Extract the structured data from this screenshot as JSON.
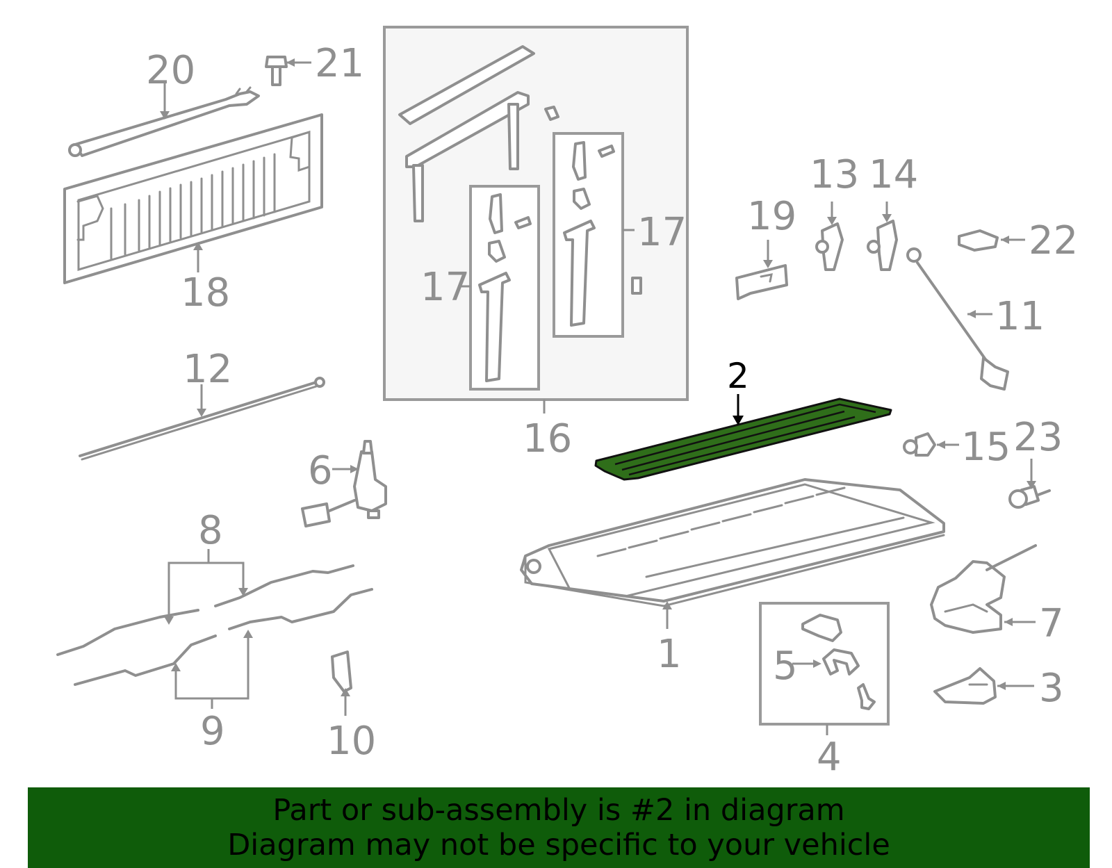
{
  "callouts": {
    "c1": "1",
    "c2": "2",
    "c3": "3",
    "c4": "4",
    "c5": "5",
    "c6": "6",
    "c7": "7",
    "c8": "8",
    "c9": "9",
    "c10": "10",
    "c11": "11",
    "c12": "12",
    "c13": "13",
    "c14": "14",
    "c15": "15",
    "c16": "16",
    "c17a": "17",
    "c17b": "17",
    "c18": "18",
    "c19": "19",
    "c20": "20",
    "c21": "21",
    "c22": "22",
    "c23": "23"
  },
  "banner": {
    "line1": "Part or sub-assembly is #2 in diagram",
    "line2": "Diagram may not be specific to your vehicle"
  },
  "colors": {
    "banner_background": "#0f5c0a",
    "highlight_part": "#2f6e1a",
    "linework": "#8f8f8f"
  }
}
